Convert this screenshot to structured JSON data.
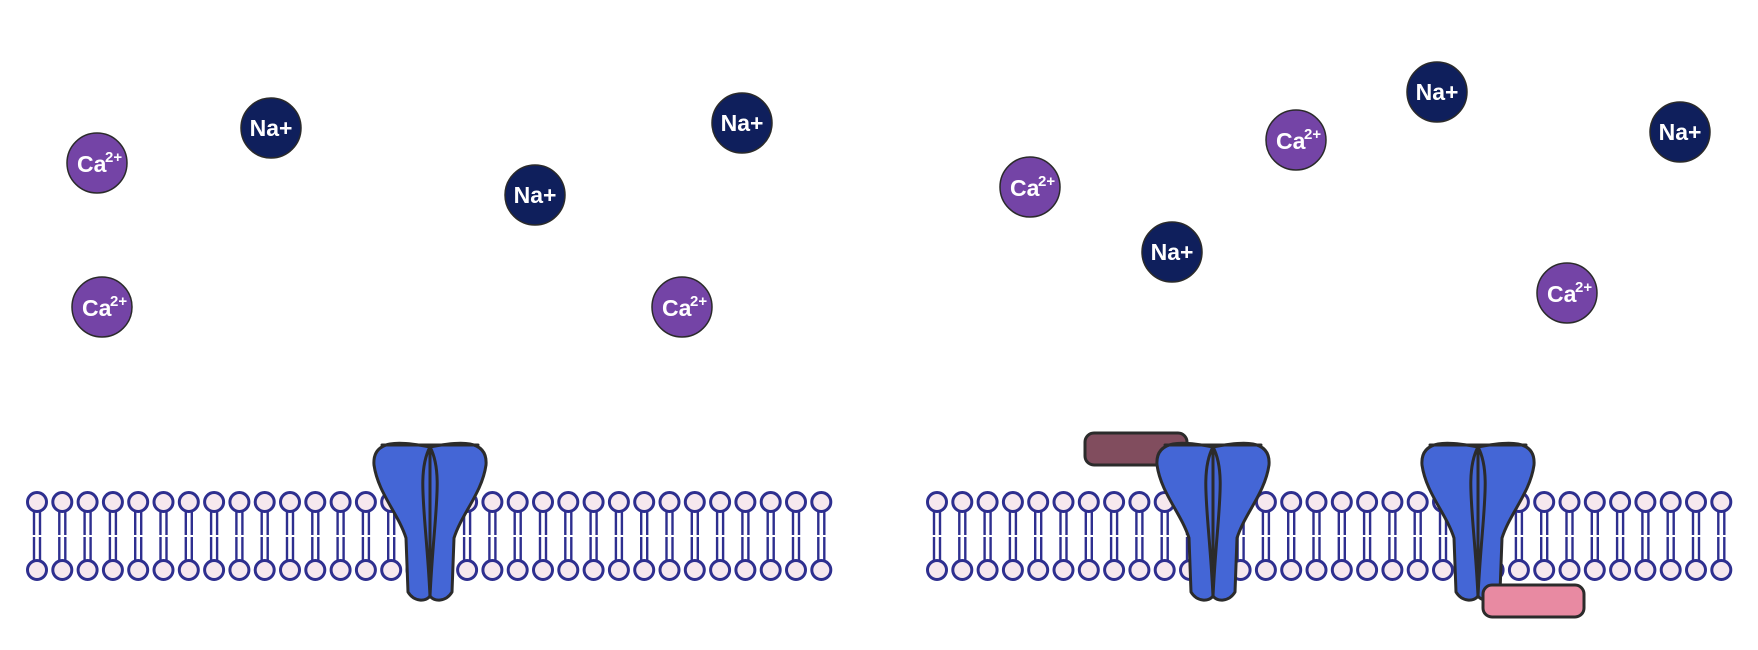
{
  "colors": {
    "background": "#ffffff",
    "sodium_ion": "#0f1f5c",
    "calcium_ion": "#7444a6",
    "ion_text": "#ffffff",
    "channel_fill": "#4466d6",
    "channel_stroke": "#2b2b2b",
    "lipid_line": "#2e2f8f",
    "lipid_head_fill": "#f6e8ee",
    "binder_top": "#814d5e",
    "binder_bottom": "#e88aa2"
  },
  "icons": {
    "sodium_ion": "na-ion-icon",
    "calcium_ion": "ca-ion-icon",
    "channel": "ion-channel-icon",
    "membrane": "lipid-bilayer-icon",
    "blocker": "blocker-bar-icon"
  },
  "ions": {
    "sodium": {
      "symbol": "Na+"
    },
    "calcium": {
      "symbol": "Ca",
      "charge": "2+"
    }
  },
  "panels": [
    {
      "name": "left",
      "sodium_count": 3,
      "calcium_count": 3,
      "channel_count": 1,
      "blocker_count": 0
    },
    {
      "name": "right",
      "sodium_count": 3,
      "calcium_count": 3,
      "channel_count": 2,
      "blocker_count": 2
    }
  ]
}
